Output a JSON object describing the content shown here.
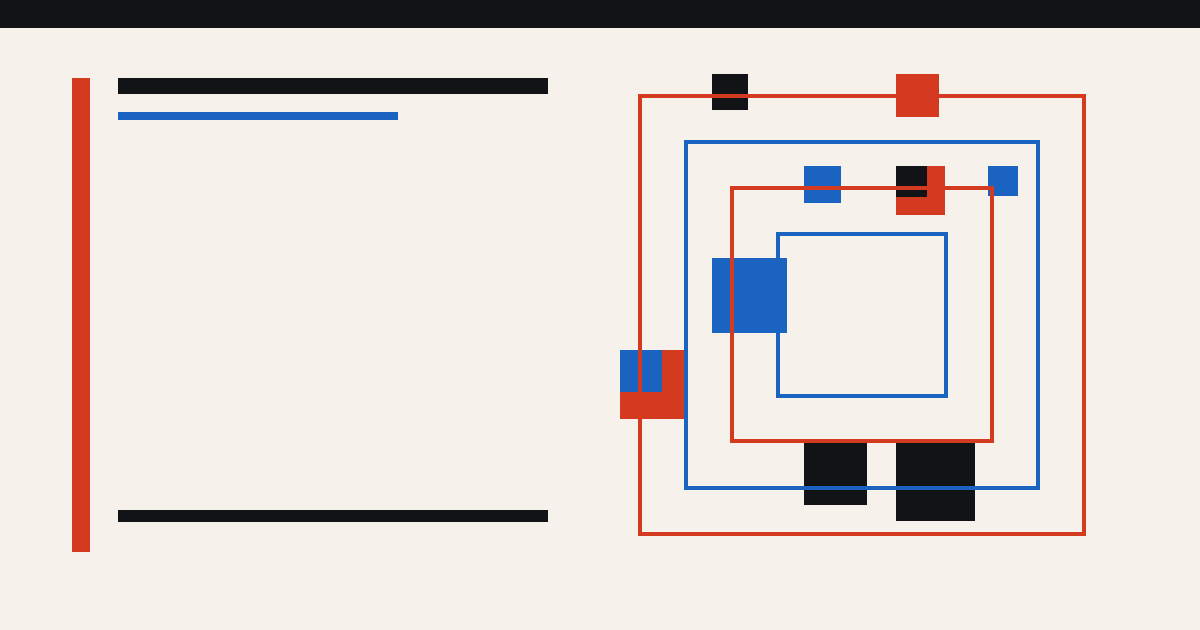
{
  "palette": {
    "background": "#f6f2eb",
    "ink": "#121316",
    "red": "#d43a20",
    "blue": "#1b63c0"
  },
  "composition": {
    "nested_frames": 4,
    "frame_colors": [
      "red",
      "blue",
      "red",
      "blue"
    ]
  }
}
